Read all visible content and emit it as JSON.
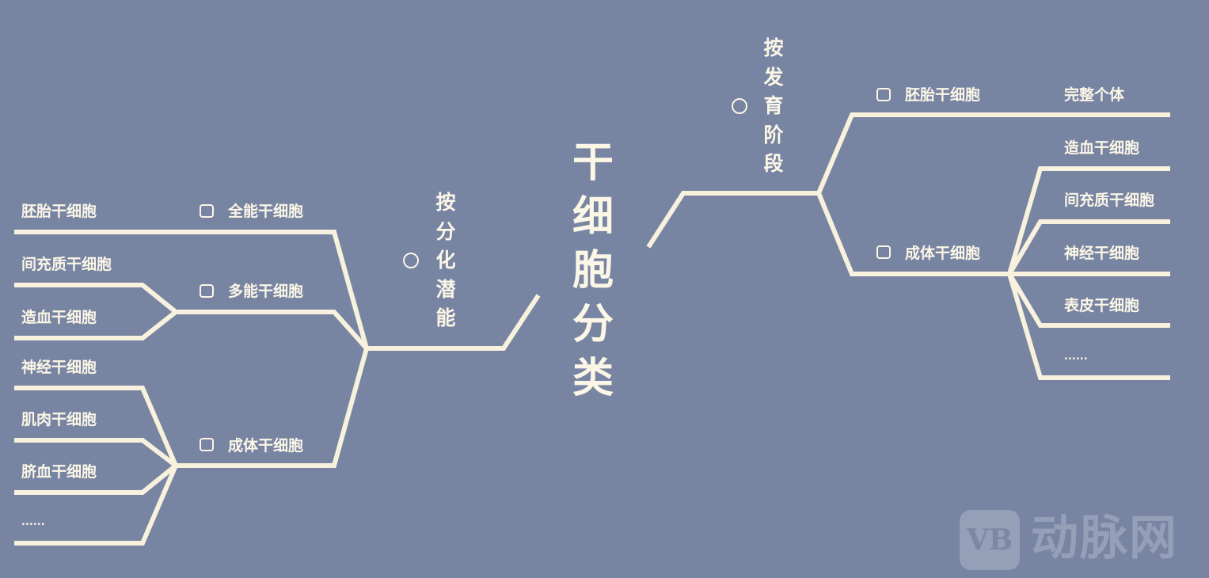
{
  "title": "干细胞分类",
  "left_branch": {
    "label": "按分化潜能",
    "nodes": {
      "totipotent": {
        "label": "全能干细胞",
        "leaves": [
          "胚胎干细胞"
        ]
      },
      "pluripotent": {
        "label": "多能干细胞",
        "leaves": [
          "间充质干细胞",
          "造血干细胞"
        ]
      },
      "adult": {
        "label": "成体干细胞",
        "leaves": [
          "神经干细胞",
          "肌肉干细胞",
          "脐血干细胞",
          "......"
        ]
      }
    }
  },
  "right_branch": {
    "label": "按发育阶段",
    "nodes": {
      "embryonic": {
        "label": "胚胎干细胞",
        "leaves": [
          "完整个体"
        ]
      },
      "adult": {
        "label": "成体干细胞",
        "leaves": [
          "造血干细胞",
          "间充质干细胞",
          "神经干细胞",
          "表皮干细胞",
          "......"
        ]
      }
    }
  },
  "watermark": {
    "mark": "VB",
    "text": "动脉网"
  },
  "colors": {
    "background": "#7784a2",
    "line": "#fbf6e6"
  }
}
